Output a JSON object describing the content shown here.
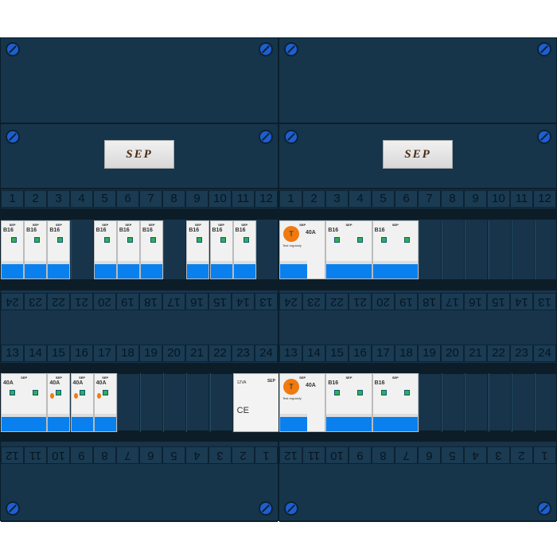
{
  "brand": "SEP",
  "labels": {
    "mcb_rating": "B16",
    "rcd_rating": "40A",
    "rcd_test": "T",
    "rcd_test_text": "Test regularly",
    "main_rating": "40A",
    "transformer_label": "12VA",
    "ce": "CE"
  },
  "numbers_top": [
    "1",
    "2",
    "3",
    "4",
    "5",
    "6",
    "7",
    "8",
    "9",
    "10",
    "11",
    "12"
  ],
  "numbers_mid": [
    "13",
    "14",
    "15",
    "16",
    "17",
    "18",
    "19",
    "20",
    "21",
    "22",
    "23",
    "24"
  ],
  "columns": [
    {
      "row1": [
        [
          "mcb",
          1
        ],
        [
          "mcb",
          2
        ],
        [
          "mcb",
          3
        ],
        [
          "mcb",
          5
        ],
        [
          "mcb",
          6
        ],
        [
          "mcb",
          7
        ],
        [
          "mcb",
          9
        ],
        [
          "mcb",
          10
        ],
        [
          "mcb",
          11
        ]
      ],
      "row2": [
        [
          "main",
          1,
          2
        ],
        [
          "rcbo",
          3
        ],
        [
          "rcbo",
          4
        ],
        [
          "rcbo",
          5
        ],
        [
          "transformer",
          11,
          2
        ]
      ]
    },
    {
      "row1": [
        [
          "rcd",
          1,
          2
        ],
        [
          "mcbn",
          3,
          2
        ],
        [
          "mcbn",
          5,
          2
        ]
      ],
      "row2": [
        [
          "rcd",
          1,
          2
        ],
        [
          "mcbn",
          3,
          2
        ],
        [
          "mcbn",
          5,
          2
        ]
      ]
    }
  ]
}
